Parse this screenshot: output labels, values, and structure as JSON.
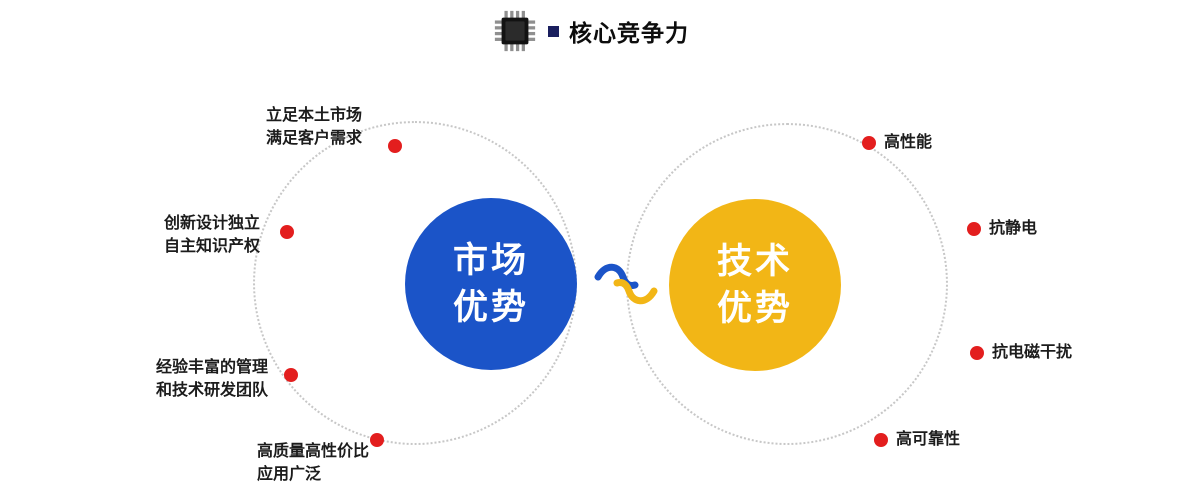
{
  "title": {
    "text": "核心竞争力"
  },
  "icons": {
    "chip": "chip-icon",
    "title_bullet": "square-bullet-icon",
    "connector": "interlock-connector-icon",
    "feature_dot": "red-dot-icon"
  },
  "diagram": {
    "left": {
      "circle_label": [
        "市场",
        "优势"
      ],
      "items": [
        {
          "lines": [
            "立足本土市场",
            "满足客户需求"
          ]
        },
        {
          "lines": [
            "创新设计独立",
            "自主知识产权"
          ]
        },
        {
          "lines": [
            "经验丰富的管理",
            "和技术研发团队"
          ]
        },
        {
          "lines": [
            "高质量高性价比",
            "应用广泛"
          ]
        }
      ]
    },
    "right": {
      "circle_label": [
        "技术",
        "优势"
      ],
      "items": [
        {
          "label": "高性能"
        },
        {
          "label": "抗静电"
        },
        {
          "label": "抗电磁干扰"
        },
        {
          "label": "高可靠性"
        }
      ]
    }
  },
  "colors": {
    "market_blue": "#1b54c8",
    "tech_yellow": "#f2b616",
    "dot_red": "#e31e1e",
    "title_bullet_navy": "#1a1f5e",
    "dashed_circle_gray": "#c7c7c7"
  }
}
